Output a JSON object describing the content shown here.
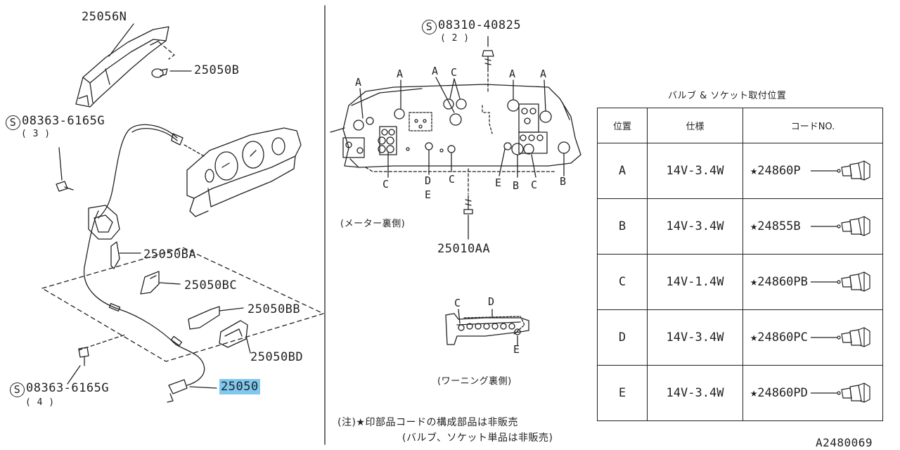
{
  "labels": {
    "p25056N": "25056N",
    "p25050B": "25050B",
    "screw_top_code": "08363-6165G",
    "screw_top_qty": "( 3 )",
    "p25050BA": "25050BA",
    "p25050BC": "25050BC",
    "p25050BB": "25050BB",
    "p25050BD": "25050BD",
    "screw_bottom_code": "08363-6165G",
    "screw_bottom_qty": "( 4 )",
    "p25050": "25050",
    "bolt_code": "08310-40825",
    "bolt_qty": "( 2 )",
    "p25010AA": "25010AA",
    "s_mark": "S",
    "meter_back": "(メーター裏側)",
    "warning_back": "(ワーニング裏側)",
    "note_line1": "(注)★印部品コードの構成部品は非販売",
    "note_line2": "(バルブ、ソケット単品は非販売)",
    "figure_id": "A2480069",
    "letter_A": "A",
    "letter_B": "B",
    "letter_C": "C",
    "letter_D": "D",
    "letter_E": "E"
  },
  "table": {
    "title": "バルブ & ソケット取付位置",
    "headers": [
      "位置",
      "仕様",
      "コードNO."
    ],
    "rows": [
      {
        "pos": "A",
        "spec": "14V-3.4W",
        "code": "★24860P"
      },
      {
        "pos": "B",
        "spec": "14V-3.4W",
        "code": "★24855B"
      },
      {
        "pos": "C",
        "spec": "14V-1.4W",
        "code": "★24860PB"
      },
      {
        "pos": "D",
        "spec": "14V-3.4W",
        "code": "★24860PC"
      },
      {
        "pos": "E",
        "spec": "14V-3.4W",
        "code": "★24860PD"
      }
    ]
  },
  "highlight_color": "#7fc8f0"
}
